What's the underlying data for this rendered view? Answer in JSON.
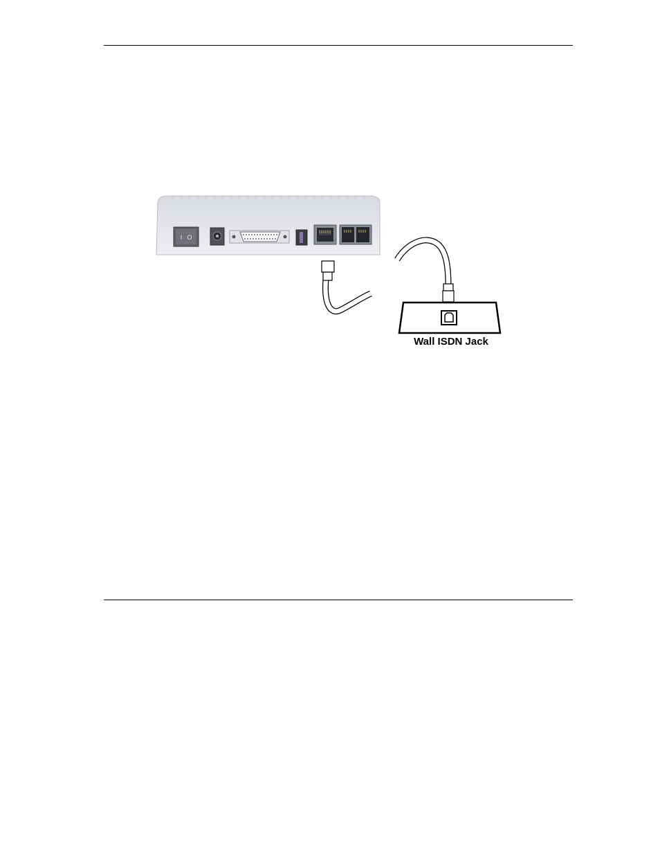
{
  "page": {
    "figure": {
      "jack_label": "Wall ISDN Jack",
      "switch_marks": {
        "on": "I",
        "off": "O"
      }
    }
  }
}
